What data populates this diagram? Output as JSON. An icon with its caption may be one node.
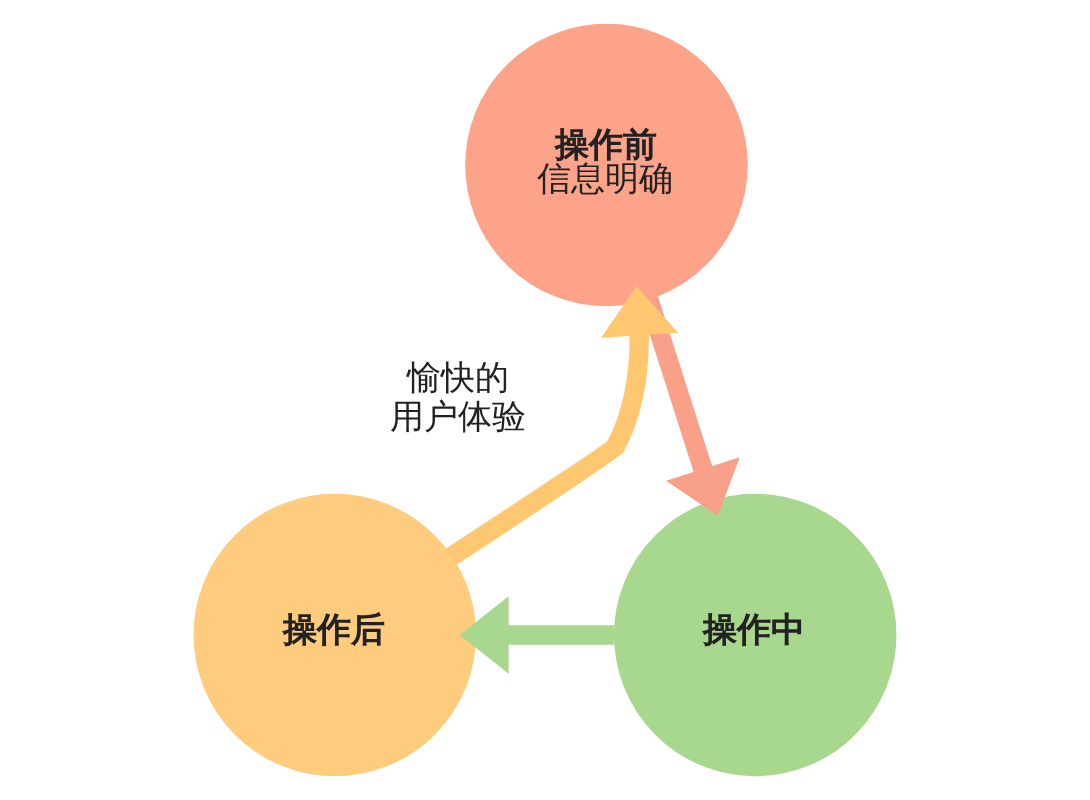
{
  "diagram": {
    "nodes": [
      {
        "text": [
          "操作前",
          "信息明确"
        ]
      },
      {
        "text": [
          "操作中"
        ]
      },
      {
        "text": [
          "操作后"
        ]
      }
    ],
    "edges": [
      {
        "from": 0,
        "to": 1,
        "arrow": "to",
        "color": "#f9a088"
      },
      {
        "from": 1,
        "to": 2,
        "arrow": "to",
        "color": "#a8d88e"
      },
      {
        "from": 2,
        "to": 0,
        "arrow": "to",
        "color": "#ffc870"
      }
    ],
    "labels": [
      "愉快的用户体验"
    ]
  }
}
